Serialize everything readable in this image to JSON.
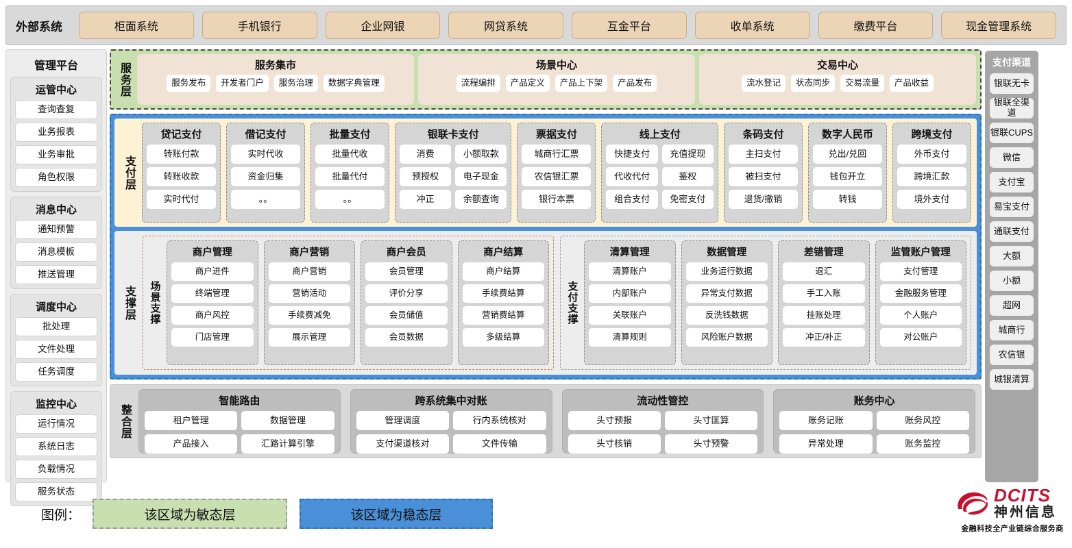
{
  "external": {
    "title": "外部系统",
    "systems": [
      "柜面系统",
      "手机银行",
      "企业网银",
      "网贷系统",
      "互金平台",
      "收单系统",
      "缴费平台",
      "现金管理系统"
    ]
  },
  "management": {
    "title": "管理平台",
    "groups": [
      {
        "title": "运管中心",
        "items": [
          "查询查复",
          "业务报表",
          "业务审批",
          "角色权限"
        ]
      },
      {
        "title": "消息中心",
        "items": [
          "通知预警",
          "消息模板",
          "推送管理"
        ]
      },
      {
        "title": "调度中心",
        "items": [
          "批处理",
          "文件处理",
          "任务调度"
        ]
      },
      {
        "title": "监控中心",
        "items": [
          "运行情况",
          "系统日志",
          "负载情况",
          "服务状态"
        ]
      }
    ]
  },
  "channels": {
    "title": "支付渠道",
    "items": [
      "银联无卡",
      "银联全渠道",
      "银联CUPS",
      "微信",
      "支付宝",
      "易宝支付",
      "通联支付",
      "大额",
      "小额",
      "超网",
      "城商行",
      "农信银",
      "城银清算"
    ]
  },
  "service_layer": {
    "label": "服务层",
    "boxes": [
      {
        "title": "服务集市",
        "items": [
          "服务发布",
          "开发者门户",
          "服务治理",
          "数据字典管理"
        ]
      },
      {
        "title": "场景中心",
        "items": [
          "流程编排",
          "产品定义",
          "产品上下架",
          "产品发布"
        ]
      },
      {
        "title": "交易中心",
        "items": [
          "流水登记",
          "状态同步",
          "交易流量",
          "产品收益"
        ]
      }
    ]
  },
  "payment_layer": {
    "label": "支付层",
    "cards": [
      {
        "title": "贷记支付",
        "cols": 1,
        "items": [
          "转账付款",
          "转账收款",
          "实时代付"
        ]
      },
      {
        "title": "借记支付",
        "cols": 1,
        "items": [
          "实时代收",
          "资金归集",
          "。。"
        ]
      },
      {
        "title": "批量支付",
        "cols": 1,
        "items": [
          "批量代收",
          "批量代付",
          "。。"
        ]
      },
      {
        "title": "银联卡支付",
        "cols": 2,
        "items": [
          "消费",
          "小额取款",
          "预授权",
          "电子现金",
          "冲正",
          "余额查询"
        ]
      },
      {
        "title": "票据支付",
        "cols": 1,
        "items": [
          "城商行汇票",
          "农信银汇票",
          "银行本票"
        ]
      },
      {
        "title": "线上支付",
        "cols": 2,
        "items": [
          "快捷支付",
          "充值提现",
          "代收代付",
          "鉴权",
          "组合支付",
          "免密支付"
        ]
      },
      {
        "title": "条码支付",
        "cols": 1,
        "items": [
          "主扫支付",
          "被扫支付",
          "退货/撤销"
        ]
      },
      {
        "title": "数字人民币",
        "cols": 1,
        "items": [
          "兑出/兑回",
          "钱包开立",
          "转钱"
        ]
      },
      {
        "title": "跨境支付",
        "cols": 1,
        "items": [
          "外币支付",
          "跨境汇款",
          "境外支付"
        ]
      }
    ]
  },
  "support_layer": {
    "label": "支撑层",
    "groups": [
      {
        "label": "场景支撑",
        "style": "orange",
        "cards": [
          {
            "title": "商户管理",
            "items": [
              "商户进件",
              "终端管理",
              "商户风控",
              "门店管理"
            ]
          },
          {
            "title": "商户营销",
            "items": [
              "商户营销",
              "营销活动",
              "手续费减免",
              "展示管理"
            ]
          },
          {
            "title": "商户会员",
            "items": [
              "会员管理",
              "评价分享",
              "会员储值",
              "会员数据"
            ]
          },
          {
            "title": "商户结算",
            "items": [
              "商户结算",
              "手续费结算",
              "营销费结算",
              "多级结算"
            ]
          }
        ]
      },
      {
        "label": "支付支撑",
        "style": "gray",
        "cards": [
          {
            "title": "清算管理",
            "items": [
              "清算账户",
              "内部账户",
              "关联账户",
              "清算规则"
            ]
          },
          {
            "title": "数据管理",
            "items": [
              "业务运行数据",
              "异常支付数据",
              "反洗钱数据",
              "风险账户数据"
            ]
          },
          {
            "title": "差错管理",
            "items": [
              "退汇",
              "手工入账",
              "挂账处理",
              "冲正/补正"
            ]
          },
          {
            "title": "监管账户管理",
            "items": [
              "支付管理",
              "金融服务管理",
              "个人账户",
              "对公账户"
            ]
          }
        ]
      }
    ]
  },
  "integration_layer": {
    "label": "整合层",
    "cards": [
      {
        "title": "智能路由",
        "items": [
          "租户管理",
          "数据管理",
          "产品接入",
          "汇路计算引擎"
        ]
      },
      {
        "title": "跨系统集中对账",
        "items": [
          "管理调度",
          "行内系统核对",
          "支付渠道核对",
          "文件传输"
        ]
      },
      {
        "title": "流动性管控",
        "items": [
          "头寸预报",
          "头寸匡算",
          "头寸核销",
          "头寸预警"
        ]
      },
      {
        "title": "账务中心",
        "items": [
          "账务记账",
          "账务风控",
          "异常处理",
          "账务监控"
        ]
      }
    ]
  },
  "legend": {
    "label": "图例：",
    "agile_text": "该区域为敏态层",
    "stable_text": "该区域为稳态层",
    "agile_color": "#c8dfb0",
    "stable_color": "#4a90d9"
  },
  "logo": {
    "brand_en": "DCITS",
    "brand_cn": "神州信息",
    "tagline": "金融科技全产业链综合服务商",
    "brand_color": "#c8102e"
  }
}
